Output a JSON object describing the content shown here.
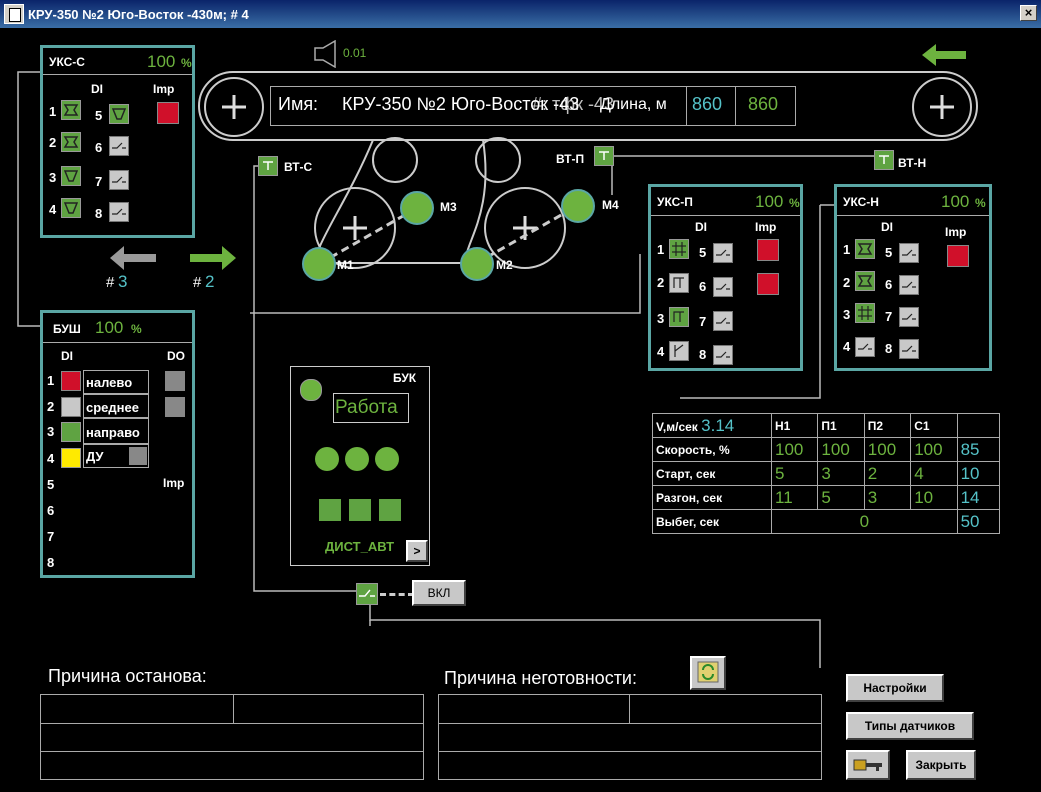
{
  "window": {
    "title": "КРУ-350 №2 Юго-Восток -430м; # 4",
    "close": "×"
  },
  "speaker": {
    "value": "0.01"
  },
  "belt": {
    "name_label": "Имя:",
    "name_value": "КРУ-350 №2 Юго-Восток -43",
    "overlay_text": "#: тфк -43",
    "length_label": "Длина, м",
    "length_value": "860",
    "length_value2": "860"
  },
  "sensors": {
    "bt_c": "ВТ-С",
    "bt_p": "ВТ-П",
    "bt_n": "ВТ-Н"
  },
  "motors": {
    "m1": "М1",
    "m2": "М2",
    "m3": "М3",
    "m4": "М4"
  },
  "arrows": {
    "left_hash": "#",
    "left_num": "3",
    "right_hash": "#",
    "right_num": "2"
  },
  "uks_c": {
    "title": "УКС-С",
    "percent": "100",
    "pct": "%",
    "di": "DI",
    "imp": "Imp",
    "nums": [
      "1",
      "2",
      "3",
      "4",
      "5",
      "6",
      "7",
      "8"
    ]
  },
  "uks_p": {
    "title": "УКС-П",
    "percent": "100",
    "pct": "%",
    "di": "DI",
    "imp": "Imp",
    "nums": [
      "1",
      "2",
      "3",
      "4",
      "5",
      "6",
      "7",
      "8"
    ]
  },
  "uks_n": {
    "title": "УКС-Н",
    "percent": "100",
    "pct": "%",
    "di": "DI",
    "imp": "Imp",
    "nums": [
      "1",
      "2",
      "3",
      "4",
      "5",
      "6",
      "7",
      "8"
    ]
  },
  "bush": {
    "title": "БУШ",
    "percent": "100",
    "pct": "%",
    "di": "DI",
    "do": "DO",
    "imp": "Imp",
    "nums": [
      "1",
      "2",
      "3",
      "4",
      "5",
      "6",
      "7",
      "8"
    ],
    "labels": [
      "налево",
      "среднее",
      "направо",
      "ДУ"
    ]
  },
  "buk": {
    "title": "БУК",
    "status": "Работа",
    "mode": "ДИСТ_АВТ",
    "arrow": ">"
  },
  "vkl": "ВКЛ",
  "table": {
    "speed_label": "V,м/сек",
    "speed_value": "3.14",
    "headers": [
      "Н1",
      "П1",
      "П2",
      "С1"
    ],
    "rows": [
      {
        "label": "Скорость, %",
        "values": [
          "100",
          "100",
          "100",
          "100"
        ],
        "last": "85"
      },
      {
        "label": "Старт, сек",
        "values": [
          "5",
          "3",
          "2",
          "4"
        ],
        "last": "10"
      },
      {
        "label": "Разгон, сек",
        "values": [
          "11",
          "5",
          "3",
          "10"
        ],
        "last": "14"
      },
      {
        "label": "Выбег, сек",
        "merged": "0",
        "last": "50"
      }
    ]
  },
  "stop_reason": {
    "label": "Причина останова:"
  },
  "unready_reason": {
    "label": "Причина неготовности:"
  },
  "buttons": {
    "settings": "Настройки",
    "sensor_types": "Типы датчиков",
    "close": "Закрыть"
  },
  "colors": {
    "panel_border": "#5aa6a4",
    "green": "#6db33f",
    "cyan": "#55c2c8",
    "alarm_red": "#d0102a"
  }
}
